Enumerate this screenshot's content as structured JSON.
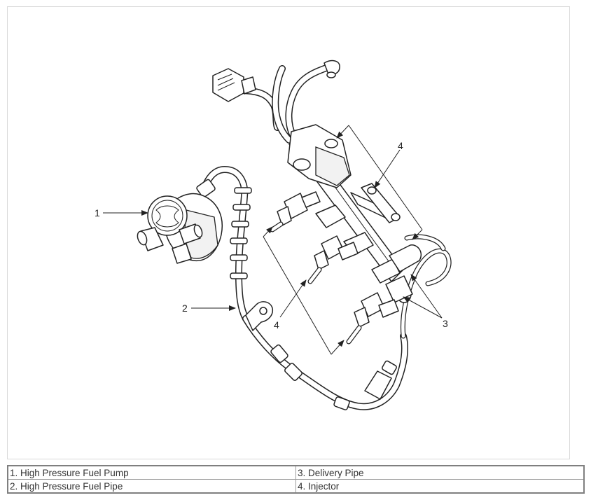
{
  "callouts": {
    "pump": "1",
    "fuel_pipe": "2",
    "delivery_pipe": "3",
    "injector": "4"
  },
  "legend": {
    "rows": [
      {
        "left": "1. High Pressure Fuel Pump",
        "right": "3. Delivery Pipe"
      },
      {
        "left": "2. High Pressure Fuel Pipe",
        "right": "4. Injector"
      }
    ]
  },
  "colors": {
    "line": "#222222",
    "frame": "#d9d9d9",
    "table_border": "#7f7f7f"
  }
}
